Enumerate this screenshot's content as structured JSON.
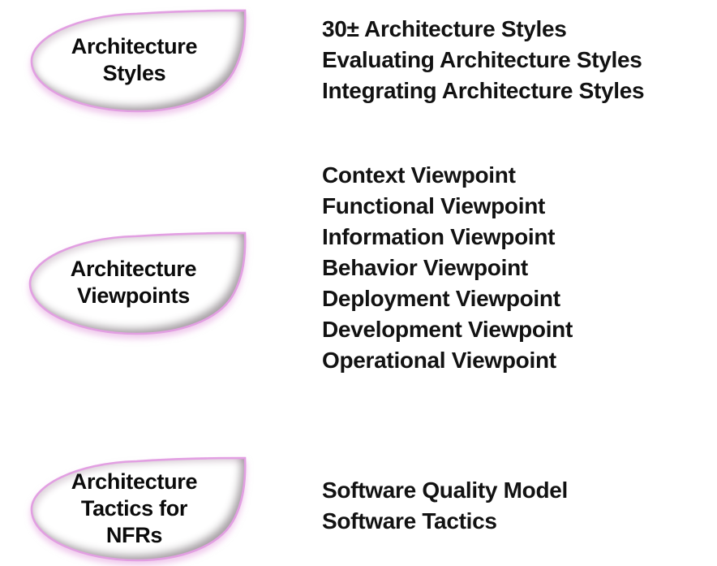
{
  "slide": {
    "background_color": "#ffffff",
    "bubble_border_color": "#e29fe2",
    "bubble_glow_color": "#e19cdc",
    "bevel_shadow_color": "#6b5a66",
    "text_color": "#121212"
  },
  "sections": [
    {
      "bubble": {
        "lines": [
          "Architecture",
          "Styles"
        ]
      },
      "items": [
        "30± Architecture Styles",
        "Evaluating Architecture Styles",
        "Integrating Architecture Styles"
      ]
    },
    {
      "bubble": {
        "lines": [
          "Architecture",
          "Viewpoints"
        ]
      },
      "items": [
        "Context Viewpoint",
        "Functional Viewpoint",
        "Information Viewpoint",
        "Behavior Viewpoint",
        "Deployment Viewpoint",
        "Development Viewpoint",
        "Operational Viewpoint"
      ]
    },
    {
      "bubble": {
        "lines": [
          "Architecture",
          "Tactics for",
          "NFRs"
        ]
      },
      "items": [
        "Software Quality Model",
        "Software Tactics"
      ]
    }
  ]
}
